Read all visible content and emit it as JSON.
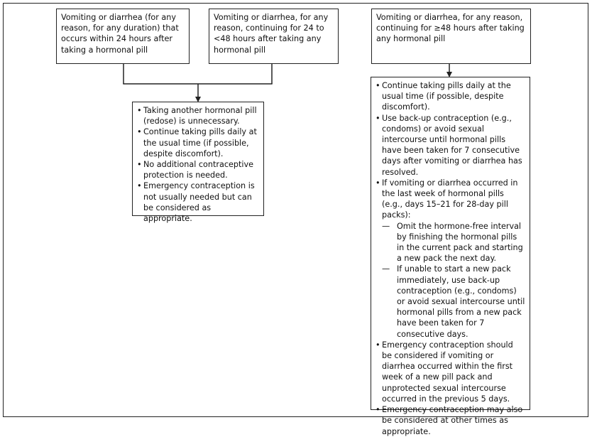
{
  "conditions": [
    {
      "text": "Vomiting or diarrhea (for any reason, for any duration) that occurs within 24 hours after taking a hormonal pill"
    },
    {
      "text": "Vomiting or diarrhea, for any reason, continuing for 24 to <48 hours after taking any hormonal pill"
    },
    {
      "text": "Vomiting or diarrhea, for any reason, continuing for ≥48 hours after taking any hormonal pill"
    }
  ],
  "recommendations_short": [
    "Taking another hormonal pill (redose) is unnecessary.",
    "Continue taking pills daily at the usual time (if possible, despite discomfort).",
    "No additional contraceptive protection is needed.",
    "Emergency contraception is not usually needed but can be considered as appropriate."
  ],
  "recommendations_long": {
    "b1": "Continue taking pills daily at the usual time (if possible, despite discomfort).",
    "b2": "Use back-up contraception (e.g., condoms) or avoid sexual intercourse until hormonal pills have been taken for 7 consecutive days after vomiting or diarrhea has resolved.",
    "b3": "If vomiting or diarrhea occurred in the last week of hormonal pills (e.g., days 15–21 for 28-day pill packs):",
    "b3_sub": [
      "Omit the hormone-free interval by finishing the hormonal pills in the current pack and starting a new pack the next day.",
      "If unable to start a new pack immediately, use back-up contraception (e.g., condoms) or avoid sexual intercourse until hormonal pills from a new pack have been taken for 7 consecutive days."
    ],
    "b4": "Emergency contraception should be considered if vomiting or diarrhea occurred within the first week of a new pill pack and unprotected sexual intercourse occurred in the previous 5 days.",
    "b5": "Emergency contraception may also be considered at other times as appropriate."
  }
}
